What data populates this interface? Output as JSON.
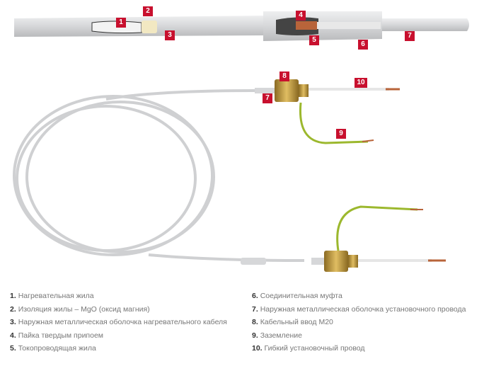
{
  "colors": {
    "badge": "#c8102e",
    "cable": "#d9dadc",
    "copper": "#b8643a",
    "brass": "#c9a24a",
    "ground": "#9cb82e"
  },
  "badges": {
    "b1": "1",
    "b2": "2",
    "b3": "3",
    "b4": "4",
    "b5": "5",
    "b6": "6",
    "b7a": "7",
    "b7b": "7",
    "b8": "8",
    "b9": "9",
    "b10": "10"
  },
  "legend": [
    {
      "num": "1.",
      "text": "Нагревательная жила"
    },
    {
      "num": "2.",
      "text": "Изоляция жилы – MgO (оксид магния)"
    },
    {
      "num": "3.",
      "text": "Наружная металлическая оболочка нагревательного кабеля"
    },
    {
      "num": "4.",
      "text": "Пайка твердым припоем"
    },
    {
      "num": "5.",
      "text": "Токопроводящая жила"
    },
    {
      "num": "6.",
      "text": "Соединительная муфта"
    },
    {
      "num": "7.",
      "text": "Наружная металлическая оболочка установочного провода"
    },
    {
      "num": "8.",
      "text": "Кабельный ввод M20"
    },
    {
      "num": "9.",
      "text": "Заземление"
    },
    {
      "num": "10.",
      "text": "Гибкий установочный провод"
    }
  ]
}
